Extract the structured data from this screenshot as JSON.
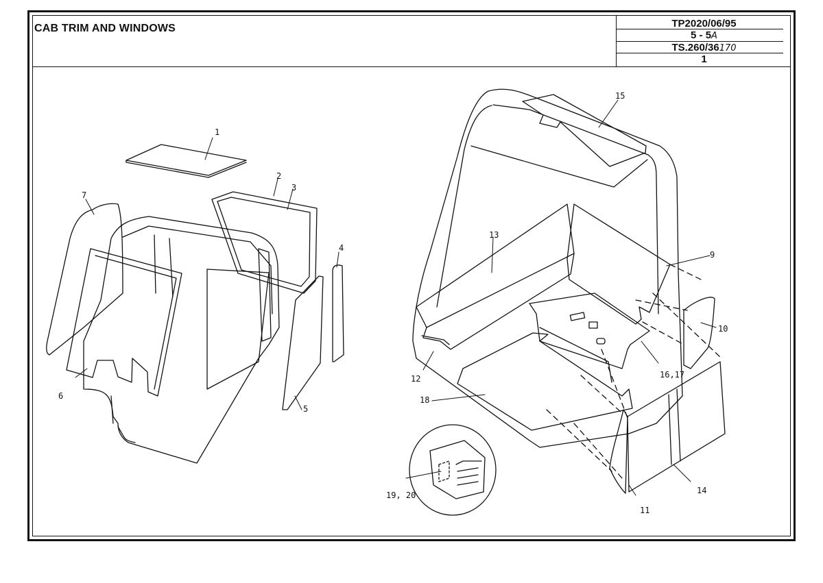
{
  "header": {
    "title": "CAB TRIM AND WINDOWS",
    "ref_code": "TP2020/06/95",
    "section": "5 - 5",
    "section_handwritten": "A",
    "model": "TS.260/36",
    "model_handwritten": "170",
    "page": "1"
  },
  "callouts": {
    "c1": "1",
    "c2": "2",
    "c3": "3",
    "c4": "4",
    "c5": "5",
    "c6": "6",
    "c7": "7",
    "c9": "9",
    "c10": "10",
    "c11": "11",
    "c12": "12",
    "c13": "13",
    "c14": "14",
    "c15": "15",
    "c16_17": "16,17",
    "c18": "18",
    "c19_20": "19, 20"
  }
}
